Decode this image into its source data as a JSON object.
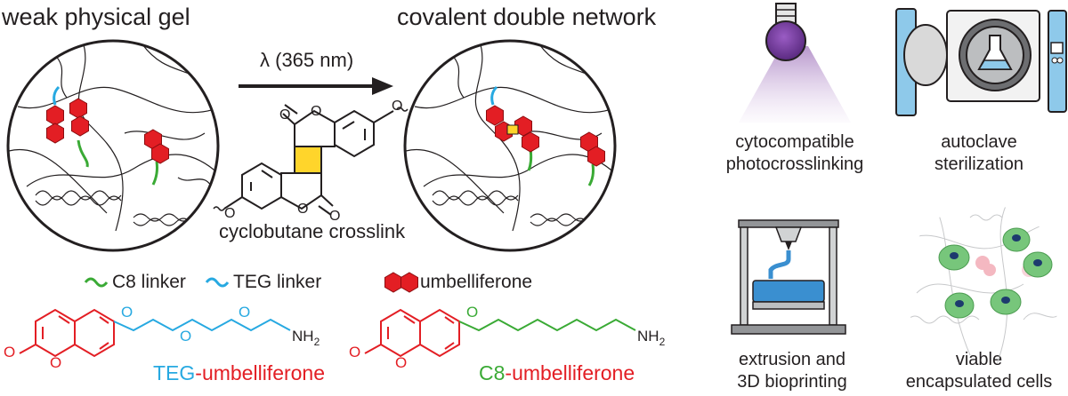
{
  "titles": {
    "left": "weak physical gel",
    "right": "covalent double network"
  },
  "arrow": {
    "label": "λ (365 nm)"
  },
  "crosslink_label": "cyclobutane crosslink",
  "legend": {
    "c8": "C8 linker",
    "teg": "TEG linker",
    "umb": "umbelliferone"
  },
  "molecules": {
    "teg_prefix": "TEG",
    "teg_suffix": "-umbelliferone",
    "c8_prefix": "C8",
    "c8_suffix": "-umbelliferone",
    "atom_o": "O",
    "atom_nh2_main": "NH",
    "atom_nh2_sub": "2"
  },
  "panels": {
    "photo_line1": "cytocompatible",
    "photo_line2": "photocrosslinking",
    "auto_line1": "autoclave",
    "auto_line2": "sterilization",
    "print_line1": "extrusion and",
    "print_line2": "3D bioprinting",
    "cells_line1": "viable",
    "cells_line2": "encapsulated cells"
  },
  "colors": {
    "red": "#e31e24",
    "green": "#3aaa35",
    "cyan": "#27a9e1",
    "yellow": "#ffd52b",
    "purple": "#7b3fa0",
    "blue": "#3a8fd0",
    "cell_green": "#77c67b",
    "nucleus": "#1d3b6e",
    "ink": "#231f20"
  }
}
